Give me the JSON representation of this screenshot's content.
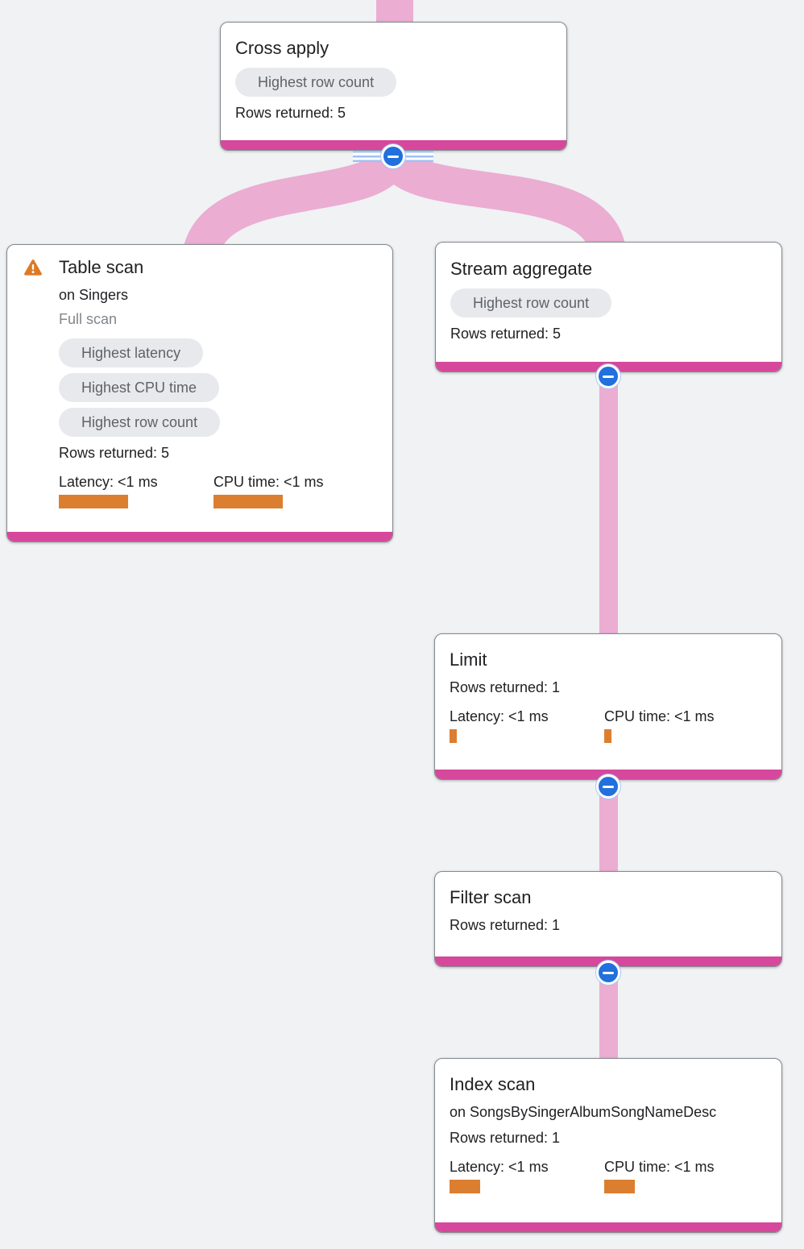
{
  "diagram_type": "query-execution-plan",
  "colors": {
    "background": "#f0f2f4",
    "edge_pink": "#ebadd2",
    "node_accent_magenta": "#d6489c",
    "metric_bar_orange": "#dc7e30",
    "warning_orange": "#dd7a26",
    "collapse_button_blue": "#2270dd",
    "badge_background": "#e7e9ec",
    "badge_text": "#5f6368",
    "text_primary": "#202124",
    "text_muted": "#80868b"
  },
  "nodes": [
    {
      "id": "cross-apply",
      "title": "Cross apply",
      "badges": [
        "Highest row count"
      ],
      "rows_returned": "Rows returned: 5"
    },
    {
      "id": "table-scan",
      "title": "Table scan",
      "subtitle": "on Singers",
      "note": "Full scan",
      "warning_icon": "warning-triangle",
      "badges": [
        "Highest latency",
        "Highest CPU time",
        "Highest row count"
      ],
      "rows_returned": "Rows returned: 5",
      "latency_label": "Latency: <1 ms",
      "cpu_label": "CPU time: <1 ms"
    },
    {
      "id": "stream-aggregate",
      "title": "Stream aggregate",
      "badges": [
        "Highest row count"
      ],
      "rows_returned": "Rows returned: 5"
    },
    {
      "id": "limit",
      "title": "Limit",
      "rows_returned": "Rows returned: 1",
      "latency_label": "Latency: <1 ms",
      "cpu_label": "CPU time: <1 ms"
    },
    {
      "id": "filter-scan",
      "title": "Filter scan",
      "rows_returned": "Rows returned: 1"
    },
    {
      "id": "index-scan",
      "title": "Index scan",
      "subtitle": "on SongsBySingerAlbumSongNameDesc",
      "rows_returned": "Rows returned: 1",
      "latency_label": "Latency: <1 ms",
      "cpu_label": "CPU time: <1 ms"
    }
  ],
  "edges": [
    {
      "from": "root",
      "to": "cross-apply"
    },
    {
      "from": "cross-apply",
      "to": "table-scan"
    },
    {
      "from": "cross-apply",
      "to": "stream-aggregate"
    },
    {
      "from": "stream-aggregate",
      "to": "limit"
    },
    {
      "from": "limit",
      "to": "filter-scan"
    },
    {
      "from": "filter-scan",
      "to": "index-scan"
    }
  ],
  "collapse_button_glyph": "minus"
}
